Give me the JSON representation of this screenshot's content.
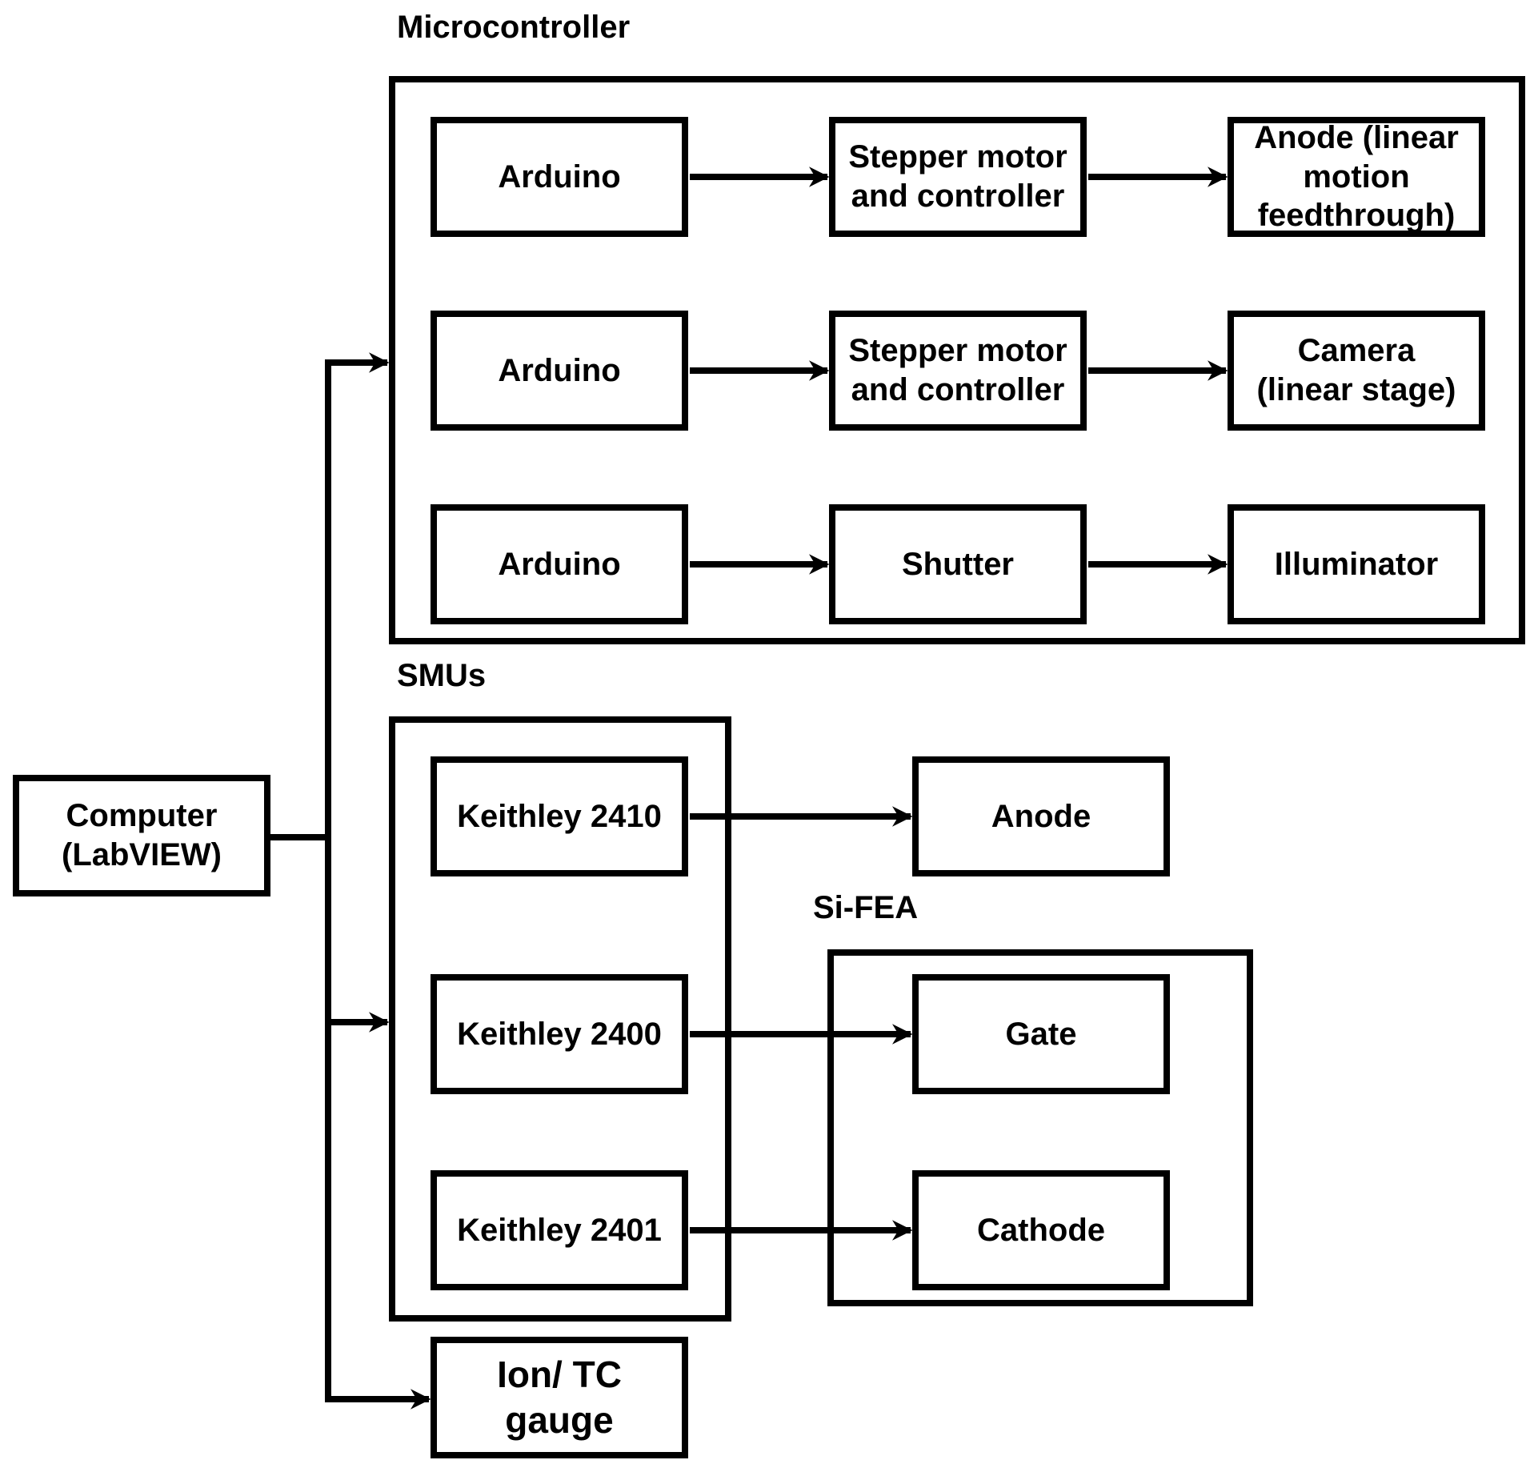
{
  "groups": {
    "microcontroller": "Microcontroller",
    "smus": "SMUs",
    "si_fea": "Si-FEA"
  },
  "nodes": {
    "computer": "Computer\n(LabVIEW)",
    "arduino_1": "Arduino",
    "arduino_2": "Arduino",
    "arduino_3": "Arduino",
    "stepper_1": "Stepper motor\nand controller",
    "stepper_2": "Stepper motor\nand controller",
    "shutter": "Shutter",
    "anode_feedthrough": "Anode (linear\nmotion\nfeedthrough)",
    "camera": "Camera\n(linear stage)",
    "illuminator": "Illuminator",
    "keithley_2410": "Keithley 2410",
    "keithley_2400": "Keithley 2400",
    "keithley_2401": "Keithley 2401",
    "anode": "Anode",
    "gate": "Gate",
    "cathode": "Cathode",
    "ion_tc_gauge": "Ion/ TC\ngauge"
  },
  "edges": [
    {
      "from": "computer",
      "to": "microcontroller"
    },
    {
      "from": "computer",
      "to": "smus"
    },
    {
      "from": "computer",
      "to": "ion_tc_gauge"
    },
    {
      "from": "arduino_1",
      "to": "stepper_1"
    },
    {
      "from": "stepper_1",
      "to": "anode_feedthrough"
    },
    {
      "from": "arduino_2",
      "to": "stepper_2"
    },
    {
      "from": "stepper_2",
      "to": "camera"
    },
    {
      "from": "arduino_3",
      "to": "shutter"
    },
    {
      "from": "shutter",
      "to": "illuminator"
    },
    {
      "from": "keithley_2410",
      "to": "anode"
    },
    {
      "from": "keithley_2400",
      "to": "gate"
    },
    {
      "from": "keithley_2401",
      "to": "cathode"
    }
  ]
}
